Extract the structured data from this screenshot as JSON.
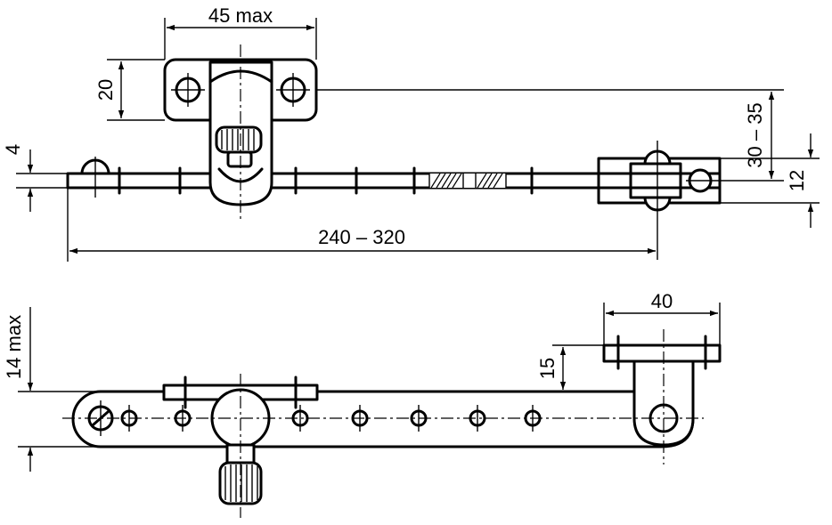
{
  "dimensions": {
    "top_width": "45 max",
    "top_height": "20",
    "bar_thickness": "4",
    "length": "240 – 320",
    "offset": "30 – 35",
    "end_width": "12",
    "bracket_width": "40",
    "bracket_height": "15",
    "total_height": "14 max"
  },
  "colors": {
    "line": "#000000",
    "background": "#ffffff"
  }
}
